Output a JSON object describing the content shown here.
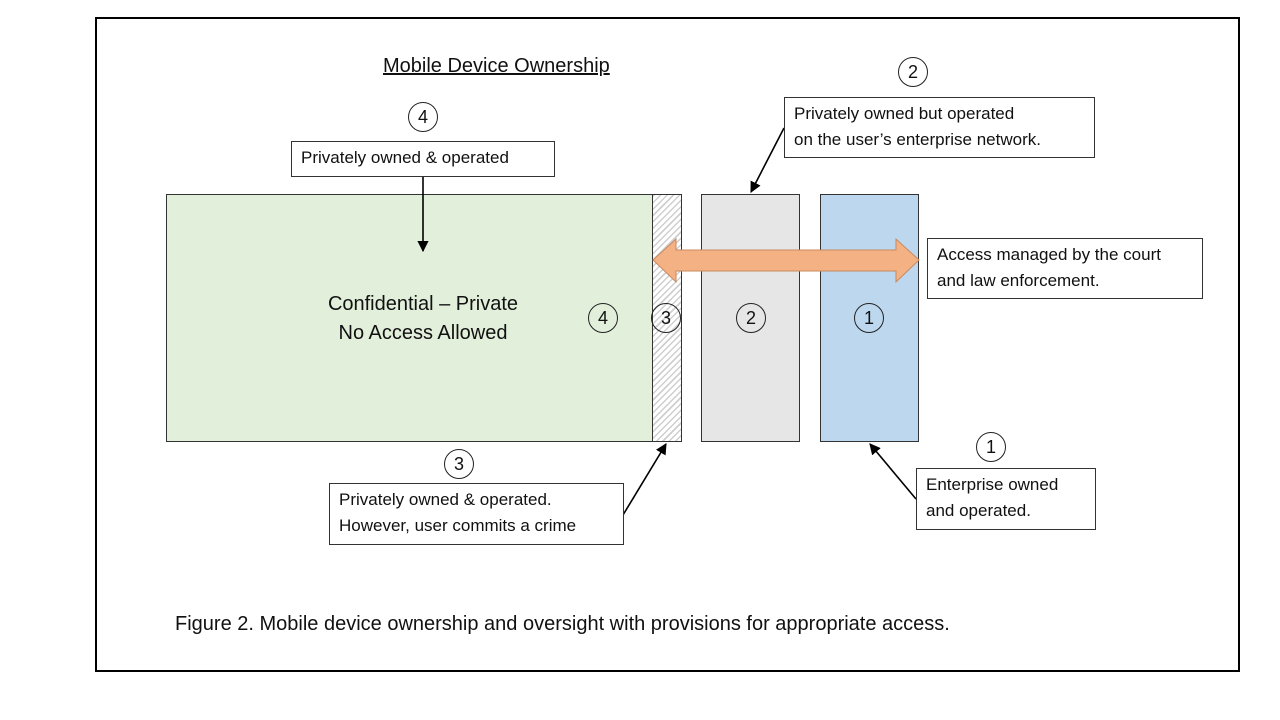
{
  "diagram": {
    "title": "Mobile Device Ownership",
    "caption": "Figure 2. Mobile device ownership and oversight with provisions for appropriate access.",
    "main_zone_text": [
      "Confidential – Private",
      "No Access Allowed"
    ],
    "colors": {
      "private_zone": "#e2efda",
      "enterprise_network_zone": "#e7e6e6",
      "enterprise_zone": "#bdd7ee",
      "access_arrow": "#f4b183",
      "access_arrow_stroke": "#c88a5f"
    },
    "zones": [
      {
        "number": "4",
        "name": "privately-owned-operated"
      },
      {
        "number": "3",
        "name": "user-commits-crime"
      },
      {
        "number": "2",
        "name": "private-on-enterprise-network"
      },
      {
        "number": "1",
        "name": "enterprise-owned"
      }
    ],
    "callouts": {
      "zone4": {
        "number": "4",
        "lines": [
          "Privately owned & operated"
        ]
      },
      "zone2": {
        "number": "2",
        "lines": [
          "Privately owned but operated",
          "on the user’s enterprise network."
        ]
      },
      "access": {
        "lines": [
          "Access managed by the court",
          "and law enforcement."
        ]
      },
      "zone3": {
        "number": "3",
        "lines": [
          "Privately owned & operated.",
          "However, user commits a crime"
        ]
      },
      "zone1": {
        "number": "1",
        "lines": [
          "Enterprise owned",
          "and operated."
        ]
      }
    }
  }
}
